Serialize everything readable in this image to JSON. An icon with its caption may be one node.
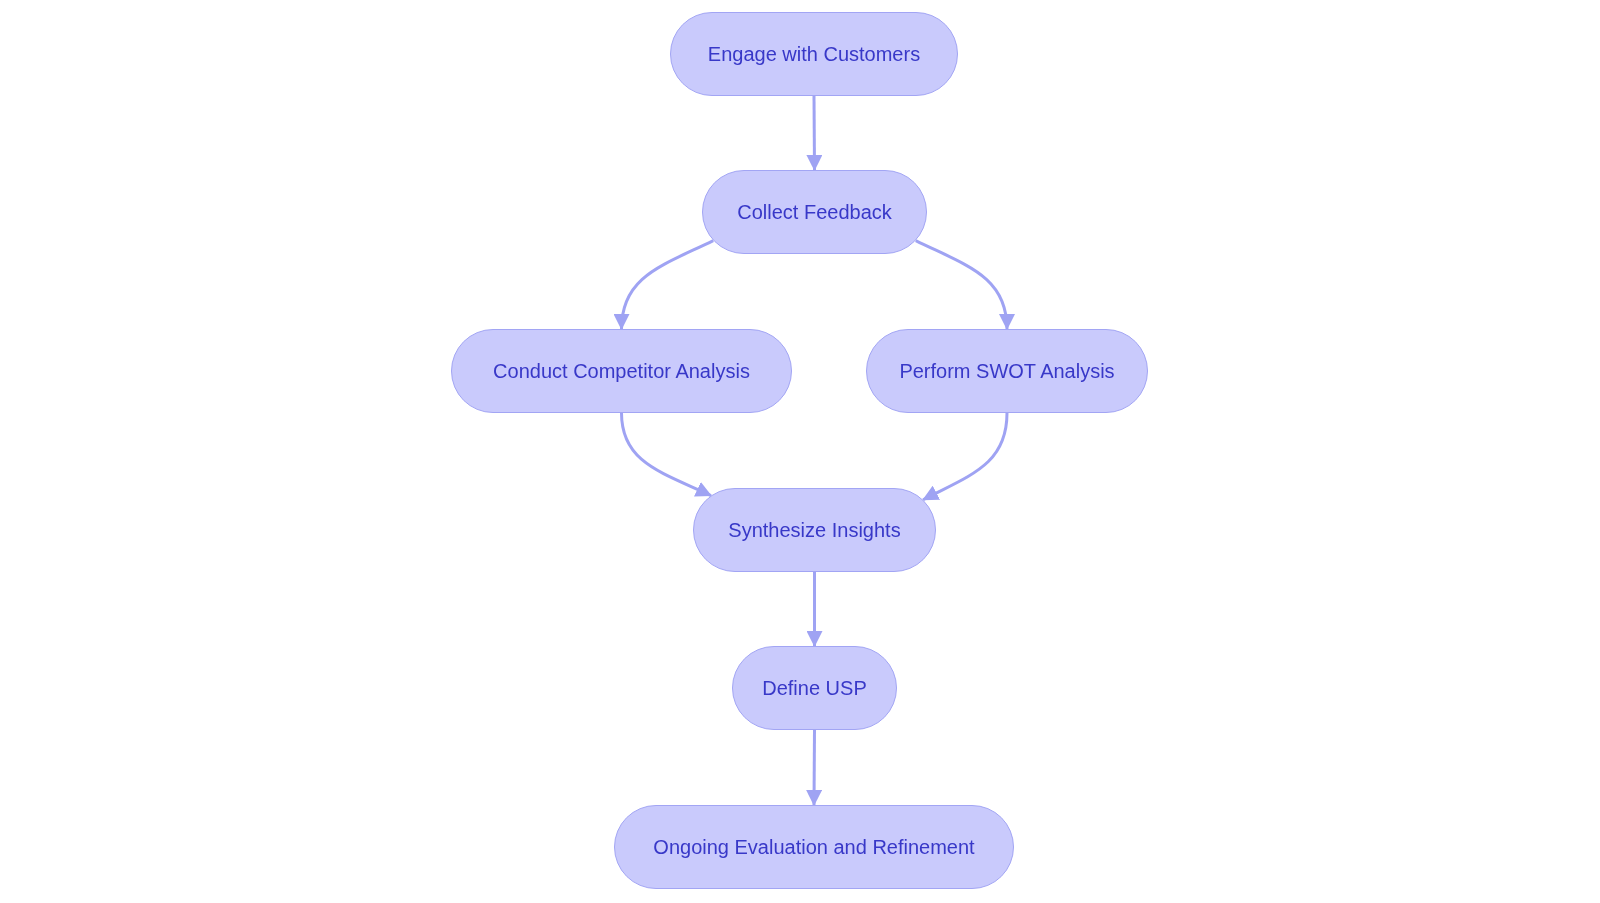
{
  "diagram": {
    "nodes": [
      {
        "text": [
          "Engage with Customers"
        ]
      },
      {
        "text": [
          "Collect Feedback"
        ]
      },
      {
        "text": [
          "Conduct Competitor Analysis"
        ]
      },
      {
        "text": [
          "Perform SWOT Analysis"
        ]
      },
      {
        "text": [
          "Synthesize Insights"
        ]
      },
      {
        "text": [
          "Define USP"
        ]
      },
      {
        "text": [
          "Ongoing Evaluation and Refinement"
        ]
      }
    ],
    "edges": [
      {
        "from": 0,
        "to": 1,
        "arrow": "to"
      },
      {
        "from": 1,
        "to": 2,
        "arrow": "to"
      },
      {
        "from": 1,
        "to": 3,
        "arrow": "to"
      },
      {
        "from": 2,
        "to": 4,
        "arrow": "to"
      },
      {
        "from": 3,
        "to": 4,
        "arrow": "to"
      },
      {
        "from": 4,
        "to": 5,
        "arrow": "to"
      },
      {
        "from": 5,
        "to": 6,
        "arrow": "to"
      }
    ]
  }
}
